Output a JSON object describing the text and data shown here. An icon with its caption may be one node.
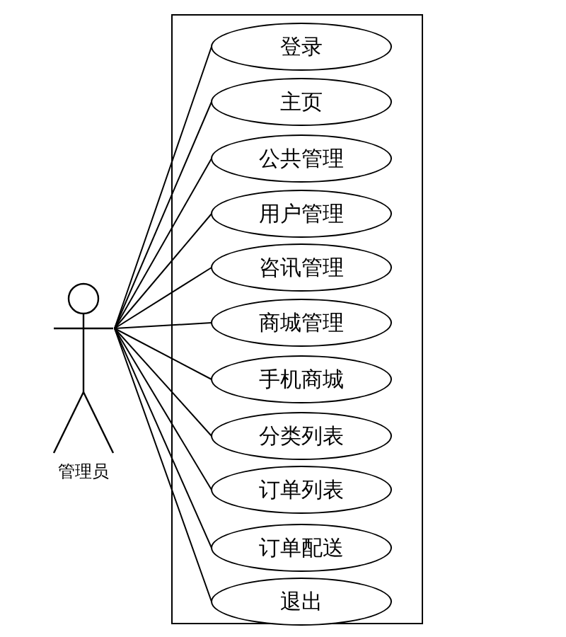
{
  "diagram": {
    "nodes": [
      {
        "text": [
          "管理员"
        ]
      },
      {
        "text": [],
        "shape": "box"
      },
      {
        "text": [
          "登录"
        ],
        "in": 1
      },
      {
        "text": [
          "主页"
        ],
        "in": 1
      },
      {
        "text": [
          "公共管理"
        ],
        "in": 1
      },
      {
        "text": [
          "用户管理"
        ],
        "in": 1
      },
      {
        "text": [
          "咨讯管理"
        ],
        "in": 1
      },
      {
        "text": [
          "商城管理"
        ],
        "in": 1
      },
      {
        "text": [
          "手机商城"
        ],
        "in": 1
      },
      {
        "text": [
          "分类列表"
        ],
        "in": 1
      },
      {
        "text": [
          "订单列表"
        ],
        "in": 1
      },
      {
        "text": [
          "订单配送"
        ],
        "in": 1
      },
      {
        "text": [
          "退出"
        ],
        "in": 1
      }
    ],
    "edges": [
      {
        "from": 0,
        "to": 2,
        "arrow": "none"
      },
      {
        "from": 0,
        "to": 3,
        "arrow": "none"
      },
      {
        "from": 0,
        "to": 4,
        "arrow": "none"
      },
      {
        "from": 0,
        "to": 5,
        "arrow": "none"
      },
      {
        "from": 0,
        "to": 6,
        "arrow": "none"
      },
      {
        "from": 0,
        "to": 7,
        "arrow": "none"
      },
      {
        "from": 0,
        "to": 8,
        "arrow": "none"
      },
      {
        "from": 0,
        "to": 9,
        "arrow": "none"
      },
      {
        "from": 0,
        "to": 10,
        "arrow": "none"
      },
      {
        "from": 0,
        "to": 11,
        "arrow": "none"
      },
      {
        "from": 0,
        "to": 12,
        "arrow": "none"
      }
    ]
  }
}
